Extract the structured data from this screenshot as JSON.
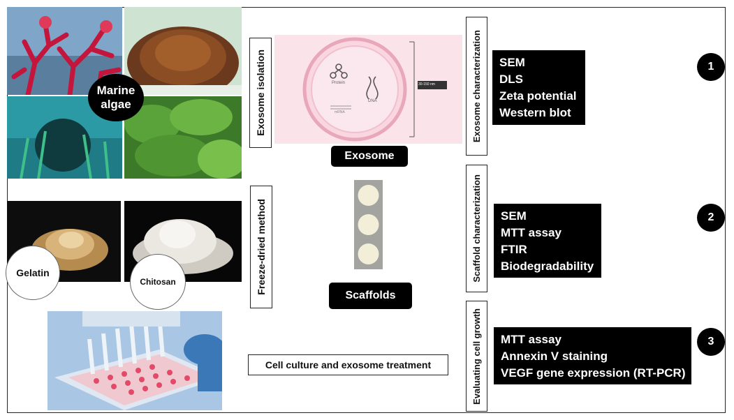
{
  "marine_label": [
    "Marine",
    "algae"
  ],
  "gelatin_label": "Gelatin",
  "chitosan_label": "Chitosan",
  "exosome_isolation": "Exosome isolation",
  "freeze_dried": "Freeze-dried method",
  "exosome_label": "Exosome",
  "scaffolds_label": "Scaffolds",
  "cell_culture": "Cell culture and exosome treatment",
  "exosome_illustration": {
    "protein": "Protein",
    "dna": "DNA",
    "mrna": "mRNA",
    "size": "30-150 nm"
  },
  "exosome_char": "Exosome characterization",
  "scaffold_char": "Scaffold characterization",
  "eval_growth": "Evaluating cell growth",
  "list1": [
    "SEM",
    "DLS",
    "Zeta potential",
    "Western blot"
  ],
  "list2": [
    "SEM",
    "MTT assay",
    "FTIR",
    "Biodegradability"
  ],
  "list3": [
    "MTT assay",
    "Annexin V staining",
    "VEGF gene expression (RT-PCR)"
  ],
  "numbers": [
    "1",
    "2",
    "3"
  ],
  "colors": {
    "exosome_panel_bg": "#fbe3ea",
    "exosome_membrane": "#e8a7bb",
    "label_bg": "#000000"
  }
}
